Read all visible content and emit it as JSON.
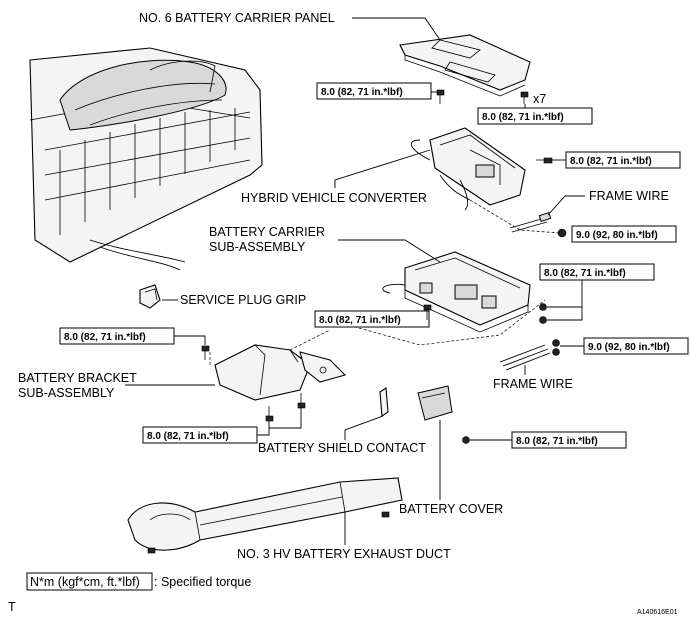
{
  "labels": {
    "carrier_panel": "NO. 6 BATTERY CARRIER PANEL",
    "hv_converter": "HYBRID VEHICLE CONVERTER",
    "frame_wire_top": "FRAME WIRE",
    "carrier_sub_l1": "BATTERY CARRIER",
    "carrier_sub_l2": "SUB-ASSEMBLY",
    "service_plug": "SERVICE PLUG GRIP",
    "bracket_l1": "BATTERY BRACKET",
    "bracket_l2": "SUB-ASSEMBLY",
    "frame_wire_bottom": "FRAME WIRE",
    "shield_contact": "BATTERY SHIELD CONTACT",
    "battery_cover": "BATTERY COVER",
    "exhaust_duct": "NO. 3 HV BATTERY EXHAUST DUCT",
    "x7": "x7"
  },
  "torques": {
    "t1": "8.0 (82, 71 in.*lbf)",
    "t2": "8.0 (82, 71 in.*lbf)",
    "t3": "8.0 (82, 71 in.*lbf)",
    "t4": "9.0 (92, 80 in.*lbf)",
    "t5": "8.0 (82, 71 in.*lbf)",
    "t6": "8.0 (82, 71 in.*lbf)",
    "t7": "8.0 (82, 71 in.*lbf)",
    "t8": "9.0 (92, 80 in.*lbf)",
    "t9": "8.0 (82, 71 in.*lbf)",
    "t10": "8.0 (82, 71 in.*lbf)"
  },
  "legend": {
    "unit": "N*m (kgf*cm, ft.*lbf)",
    "description": ": Specified torque"
  },
  "footer": {
    "corner_mark": "T",
    "figure_id": "A140616E01"
  }
}
